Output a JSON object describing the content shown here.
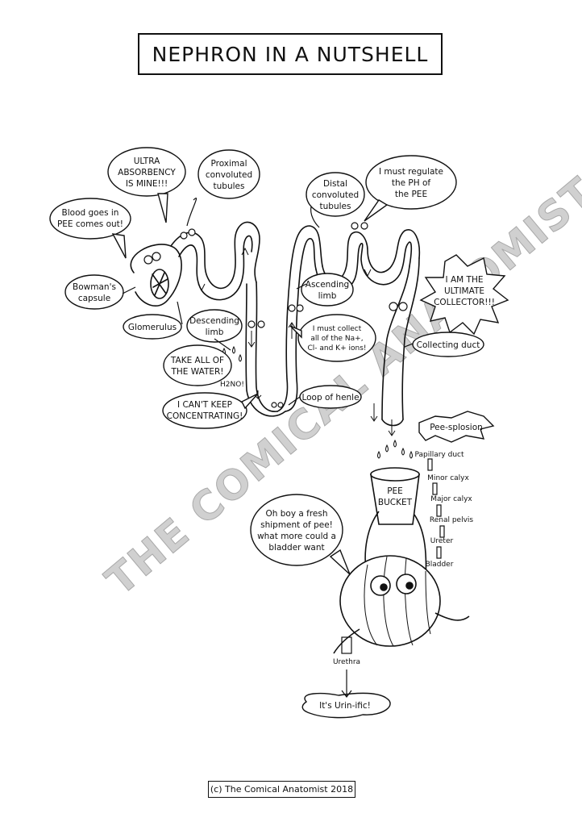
{
  "title": "NEPHRON IN A NUTSHELL",
  "footer": "(c) The Comical Anatomist 2018",
  "watermark": "THE COMICAL ANATOMIST",
  "labels": {
    "blood_1": "Blood goes in",
    "blood_2": "PEE comes out!",
    "ultra_1": "ULTRA",
    "ultra_2": "ABSORBENCY",
    "ultra_3": "IS MINE!!!",
    "proximal_1": "Proximal",
    "proximal_2": "convoluted",
    "proximal_3": "tubules",
    "distal_1": "Distal",
    "distal_2": "convoluted",
    "distal_3": "tubules",
    "regulate_1": "I must regulate",
    "regulate_2": "the PH of",
    "regulate_3": "the PEE",
    "bowman_1": "Bowman's",
    "bowman_2": "capsule",
    "glomerulus": "Glomerulus",
    "descending_1": "Descending",
    "descending_2": "limb",
    "ascending_1": "Ascending",
    "ascending_2": "limb",
    "collect_1": "I must collect",
    "collect_2": "all of the Na+,",
    "collect_3": "Cl- and K+ ions!",
    "ultimate_1": "I AM THE",
    "ultimate_2": "ULTIMATE",
    "ultimate_3": "COLLECTOR!!!",
    "collecting_duct": "Collecting duct",
    "water_1": "TAKE ALL OF",
    "water_2": "THE WATER!",
    "h2no": "H2NO!",
    "concentrating_1": "I CAN'T KEEP",
    "concentrating_2": "CONCENTRATING!",
    "loop": "Loop of henle",
    "pee_splosion": "Pee-splosion",
    "bucket_1": "PEE",
    "bucket_2": "BUCKET",
    "bladder_speech_1": "Oh boy a fresh",
    "bladder_speech_2": "shipment of pee!",
    "bladder_speech_3": "what more could a",
    "bladder_speech_4": "bladder want",
    "urethra": "Urethra",
    "urinific": "It's Urin-ific!"
  },
  "pathway": [
    "Papillary duct",
    "Minor calyx",
    "Major calyx",
    "Renal pelvis",
    "Ureter",
    "Bladder"
  ]
}
